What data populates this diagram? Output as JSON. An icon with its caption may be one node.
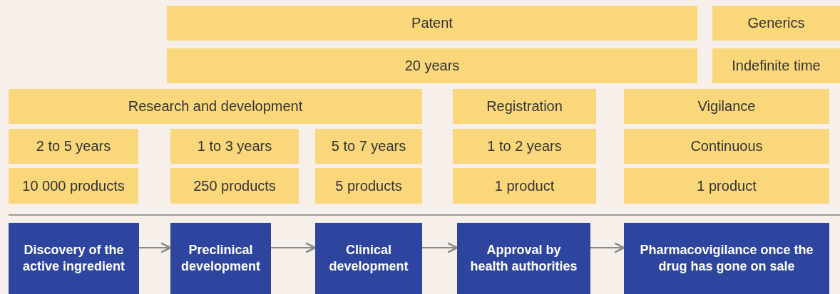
{
  "diagram": {
    "nodes": [
      {
        "text": [
          "Patent"
        ]
      },
      {
        "text": [
          "Generics"
        ]
      },
      {
        "text": [
          "20 years"
        ]
      },
      {
        "text": [
          "Indefinite time"
        ]
      },
      {
        "text": [
          "Research and development"
        ]
      },
      {
        "text": [
          "Registration"
        ]
      },
      {
        "text": [
          "Vigilance"
        ]
      },
      {
        "text": [
          "2 to 5 years"
        ]
      },
      {
        "text": [
          "1 to 3 years"
        ]
      },
      {
        "text": [
          "5 to 7 years"
        ]
      },
      {
        "text": [
          "1 to 2 years"
        ]
      },
      {
        "text": [
          "Continuous"
        ]
      },
      {
        "text": [
          "10 000 products"
        ]
      },
      {
        "text": [
          "250 products"
        ]
      },
      {
        "text": [
          "5 products"
        ]
      },
      {
        "text": [
          "1 product"
        ]
      },
      {
        "text": [
          "1 product"
        ]
      },
      {
        "text": [
          "Discovery of the active ingredient"
        ]
      },
      {
        "text": [
          "Preclinical development"
        ]
      },
      {
        "text": [
          "Clinical development"
        ]
      },
      {
        "text": [
          "Approval by health authorities"
        ]
      },
      {
        "text": [
          "Pharmacovigilance once the drug has gone on sale"
        ]
      }
    ],
    "edges": [
      {
        "from": 17,
        "to": 18,
        "arrow": "to"
      },
      {
        "from": 18,
        "to": 19,
        "arrow": "to"
      },
      {
        "from": 19,
        "to": 20,
        "arrow": "to"
      },
      {
        "from": 20,
        "to": 21,
        "arrow": "to"
      }
    ]
  }
}
